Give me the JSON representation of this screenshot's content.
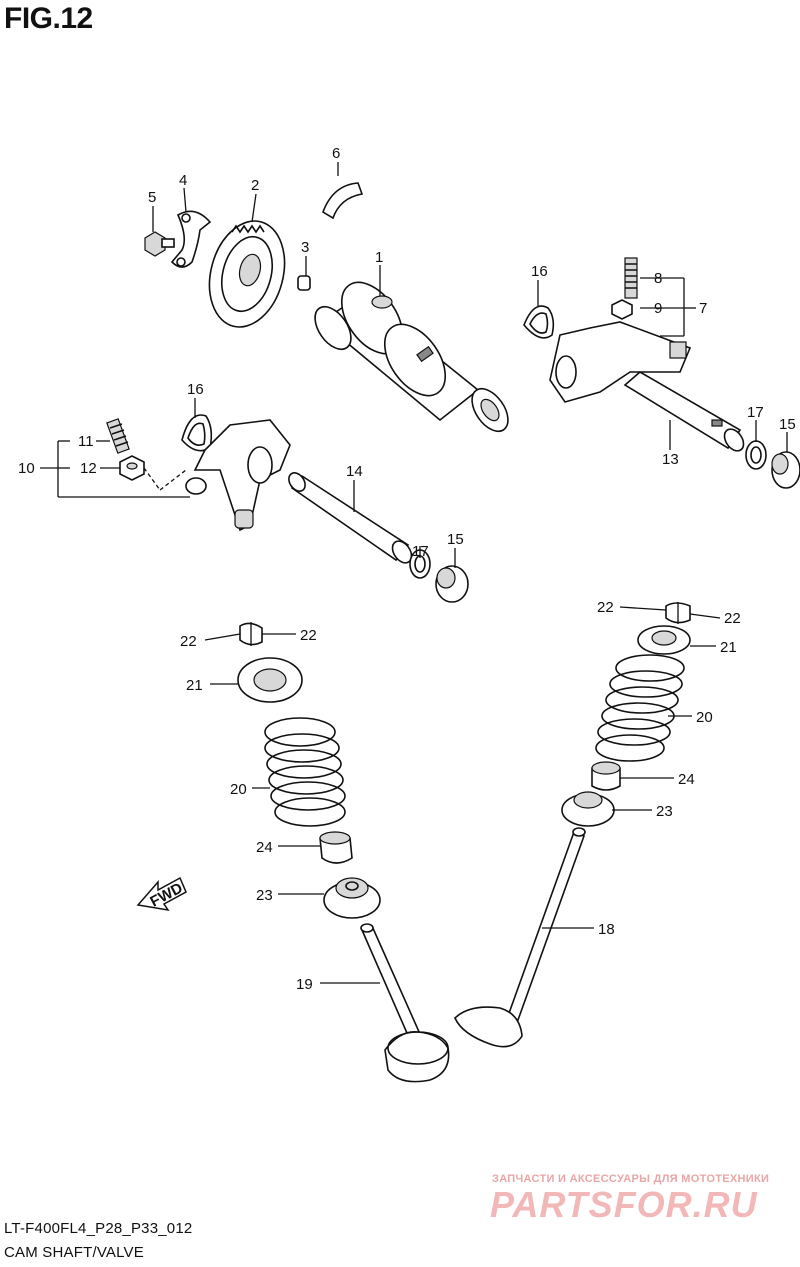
{
  "figure": {
    "title": "FIG.12",
    "code": "LT-F400FL4_P28_P33_012",
    "caption": "CAM SHAFT/VALVE"
  },
  "watermark": {
    "top_text": "ЗАПЧАСТИ И АКСЕССУАРЫ ДЛЯ МОТОТЕХНИКИ",
    "logo_text": "PARTSFOR.RU",
    "color": "#f2b8b8"
  },
  "direction_marker": "FWD",
  "callouts": {
    "c1": "1",
    "c2": "2",
    "c3": "3",
    "c4": "4",
    "c5": "5",
    "c6": "6",
    "c7": "7",
    "c8": "8",
    "c9": "9",
    "c10": "10",
    "c11": "11",
    "c12": "12",
    "c13": "13",
    "c14": "14",
    "c15a": "15",
    "c15b": "15",
    "c16a": "16",
    "c16b": "16",
    "c17a": "17",
    "c17b": "17",
    "c18": "18",
    "c19": "19",
    "c20a": "20",
    "c20b": "20",
    "c21a": "21",
    "c21b": "21",
    "c22a": "22",
    "c22b": "22",
    "c22c": "22",
    "c22d": "22",
    "c23a": "23",
    "c23b": "23",
    "c24a": "24",
    "c24b": "24"
  }
}
